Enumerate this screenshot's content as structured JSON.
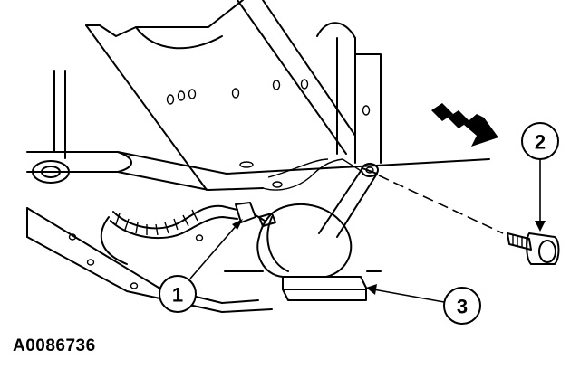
{
  "figure": {
    "id_label": "A0086736",
    "callouts": [
      {
        "number": "1",
        "target": "electrical-connector"
      },
      {
        "number": "2",
        "target": "bolt"
      },
      {
        "number": "3",
        "target": "sensor-assembly"
      }
    ]
  },
  "colors": {
    "line": "#000000",
    "background": "#ffffff",
    "fill": "#ffffff"
  }
}
